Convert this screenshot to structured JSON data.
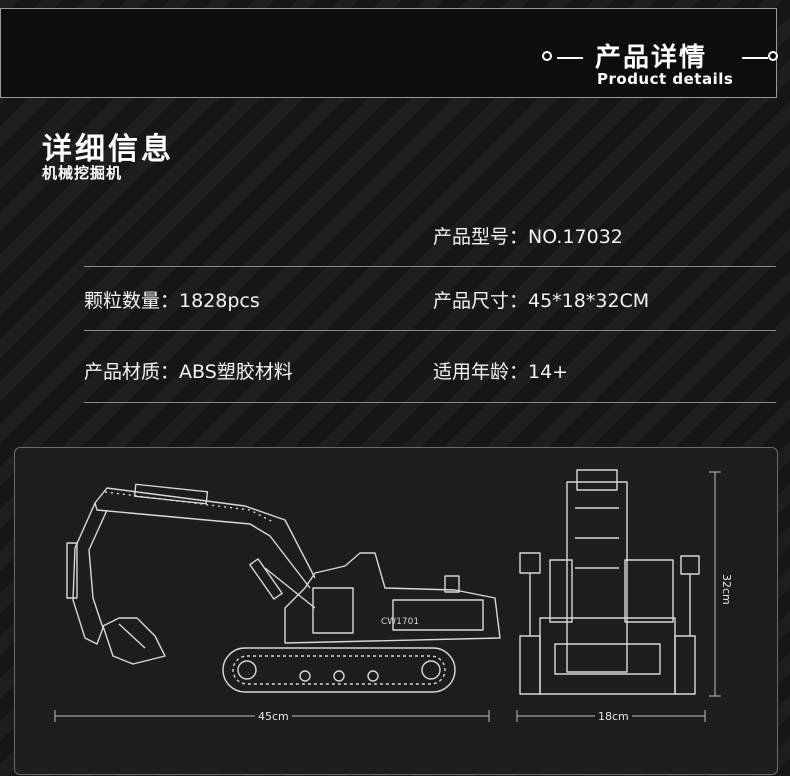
{
  "header": {
    "title": "产品详情",
    "subtitle": "Product details"
  },
  "section": {
    "title": "详细信息",
    "subtitle": "机械挖掘机"
  },
  "specs": {
    "model": "产品型号：NO.17032",
    "pieces": "颗粒数量：1828pcs",
    "size": "产品尺寸：45*18*32CM",
    "material": "产品材质：ABS塑胶材料",
    "age": "适用年龄：14+"
  },
  "dimensions": {
    "side_length": "45cm",
    "front_width": "18cm",
    "height": "32cm"
  },
  "model_badge": "CW1701",
  "colors": {
    "background": "#161616",
    "panel": "#1d1d1d",
    "line_art": "#d8d8d8",
    "text": "#ffffff"
  }
}
